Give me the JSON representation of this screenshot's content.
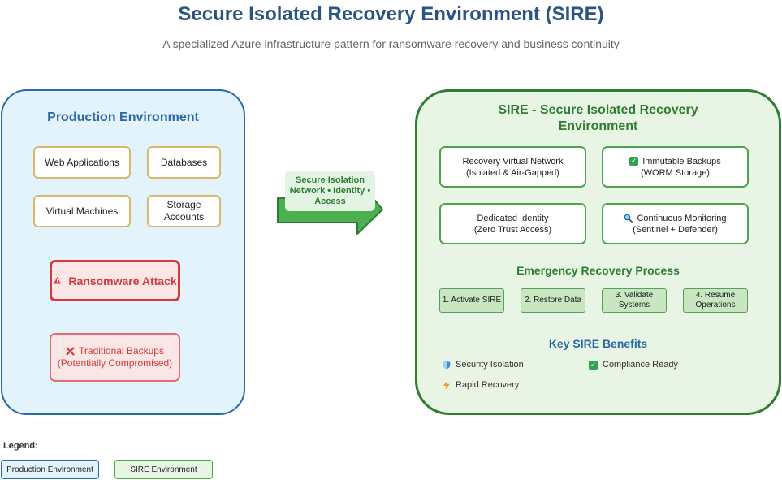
{
  "title": "Secure Isolated Recovery Environment (SIRE)",
  "subtitle": "A specialized Azure infrastructure pattern for ransomware recovery and business continuity",
  "production": {
    "title": "Production Environment",
    "boxes": [
      "Web Applications",
      "Databases",
      "Virtual Machines",
      "Storage Accounts"
    ],
    "ransomware": "Ransomware Attack",
    "backups_line1": "Traditional Backups",
    "backups_line2": "(Potentially Compromised)"
  },
  "arrow": {
    "line1": "Secure Isolation",
    "line2": "Network • Identity •",
    "line3": "Access"
  },
  "sire": {
    "title_line1": "SIRE - Secure Isolated Recovery",
    "title_line2": "Environment",
    "boxes": [
      {
        "line1": "Recovery Virtual Network",
        "line2": "(Isolated & Air-Gapped)"
      },
      {
        "line1": "Immutable Backups",
        "line2": "(WORM Storage)"
      },
      {
        "line1": "Dedicated Identity",
        "line2": "(Zero Trust Access)"
      },
      {
        "line1": "Continuous Monitoring",
        "line2": "(Sentinel + Defender)"
      }
    ],
    "process_title": "Emergency Recovery Process",
    "steps": [
      {
        "line1": "1. Activate SIRE",
        "line2": ""
      },
      {
        "line1": "2. Restore Data",
        "line2": ""
      },
      {
        "line1": "3. Validate",
        "line2": "Systems"
      },
      {
        "line1": "4. Resume",
        "line2": "Operations"
      }
    ],
    "benefits_title": "Key SIRE Benefits",
    "benefits": [
      {
        "label": "Security Isolation",
        "icon": "shield-icon"
      },
      {
        "label": "Compliance Ready",
        "icon": "check-icon"
      },
      {
        "label": "Rapid Recovery",
        "icon": "lightning-icon"
      }
    ]
  },
  "legend": {
    "title": "Legend:",
    "production": "Production Environment",
    "sire": "SIRE Environment"
  },
  "colors": {
    "production_border": "#2a68a7",
    "production_fill": "#e2f3fb",
    "sire_border": "#2e7d32",
    "sire_fill": "#e8f5e4",
    "danger": "#d13b3b"
  }
}
